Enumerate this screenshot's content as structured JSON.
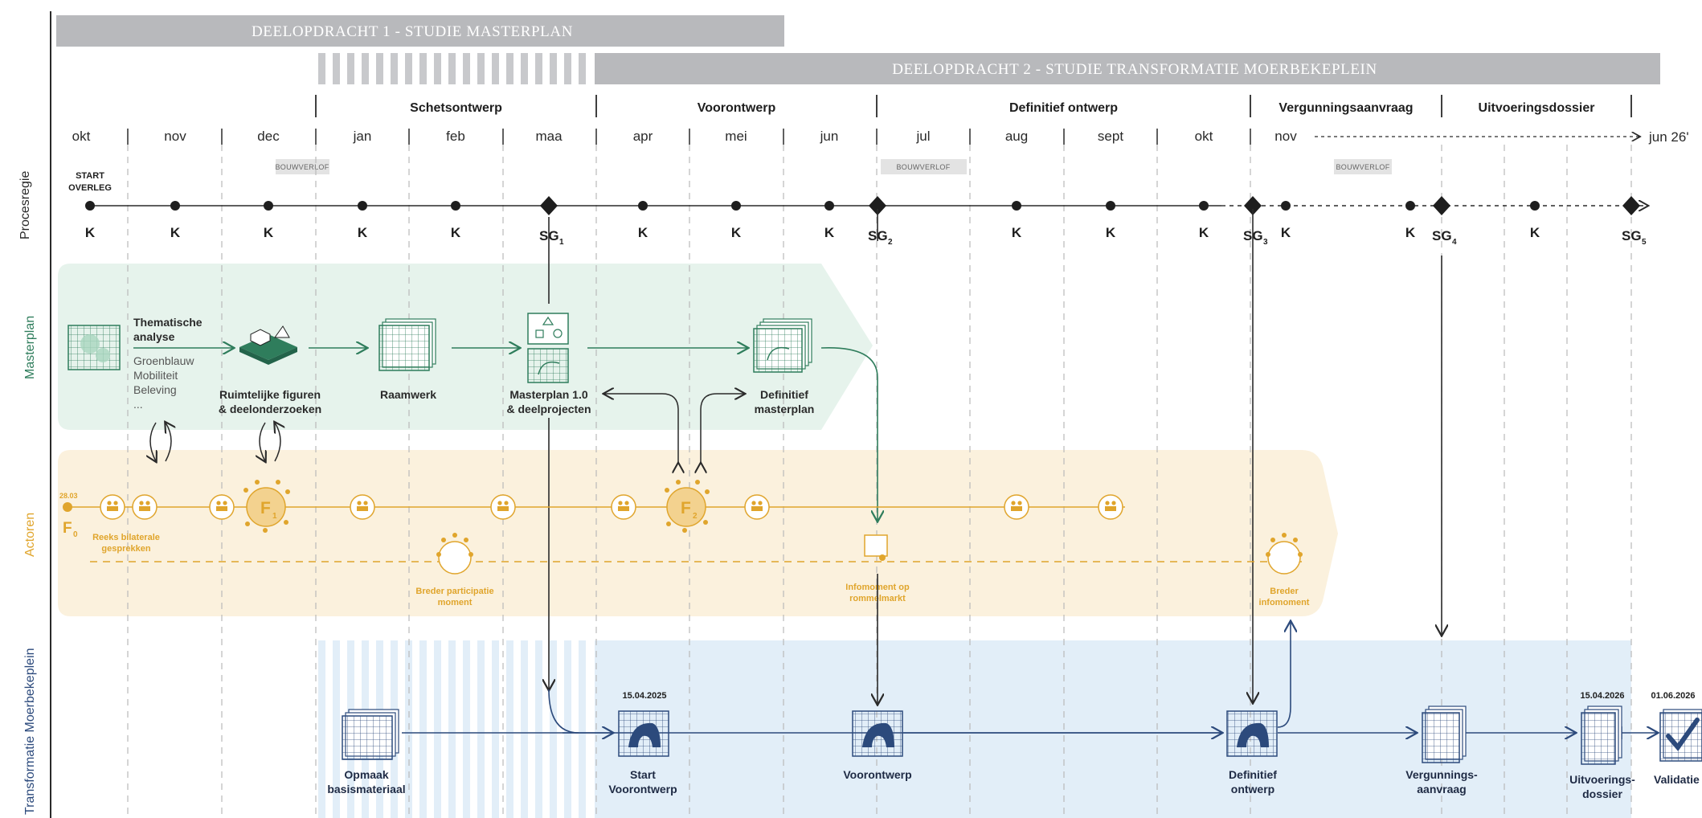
{
  "bars": {
    "deelopdracht1": "DEELOPDRACHT 1 - STUDIE MASTERPLAN",
    "deelopdracht2": "DEELOPDRACHT 2 - STUDIE TRANSFORMATIE MOERBEKEPLEIN"
  },
  "phases": [
    "Schetsontwerp",
    "Voorontwerp",
    "Definitief ontwerp",
    "Vergunningsaanvraag",
    "Uitvoeringsdossier"
  ],
  "months": [
    "okt",
    "nov",
    "dec",
    "jan",
    "feb",
    "maa",
    "apr",
    "mei",
    "jun",
    "jul",
    "aug",
    "sept",
    "okt",
    "nov"
  ],
  "timeline_end": "jun 26'",
  "bouwverlof": "BOUWVERLOF",
  "start_label": [
    "START",
    "OVERLEG"
  ],
  "k_label": "K",
  "sg_labels": [
    "SG",
    "SG",
    "SG",
    "SG",
    "SG"
  ],
  "sg_subs": [
    "1",
    "2",
    "3",
    "4",
    "5"
  ],
  "rows": {
    "procesregie": "Procesregie",
    "masterplan": "Masterplan",
    "actoren": "Actoren",
    "transformatie": "Transformatie Moerbekeplein"
  },
  "masterplan": {
    "thematische": [
      "Thematische",
      "analyse"
    ],
    "thema_list": [
      "Groenblauw",
      "Mobiliteit",
      "Beleving",
      "..."
    ],
    "ruimtelijke": [
      "Ruimtelijke figuren",
      "& deelonderzoeken"
    ],
    "raamwerk": "Raamwerk",
    "masterplan10": [
      "Masterplan 1.0",
      "& deelprojecten"
    ],
    "definitief": [
      "Definitief",
      "masterplan"
    ]
  },
  "actoren": {
    "f0_date": "28.03",
    "f0": "F",
    "f0_sub": "0",
    "f": "F",
    "f1_sub": "1",
    "f2_sub": "2",
    "reeks": [
      "Reeks bilaterale",
      "gesprekken"
    ],
    "breder_participatie": [
      "Breder participatie",
      "moment"
    ],
    "infomoment": [
      "Infomoment op",
      "rommelmarkt"
    ],
    "breder_info": [
      "Breder",
      "infomoment"
    ]
  },
  "transformatie": {
    "opmaak": [
      "Opmaak",
      "basismateriaal"
    ],
    "start": [
      "Start",
      "Voorontwerp"
    ],
    "start_date": "15.04.2025",
    "voorontwerp": "Voorontwerp",
    "definitief": [
      "Definitief",
      "ontwerp"
    ],
    "vergunning": [
      "Vergunnings-",
      "aanvraag"
    ],
    "uitvoering": [
      "Uitvoerings-",
      "dossier"
    ],
    "uitvoering_date": "15.04.2026",
    "validatie": "Validatie",
    "validatie_date": "01.06.2026"
  },
  "colors": {
    "bar_grey": "#b8b9bc",
    "masterplan_green": "#2f7d5c",
    "masterplan_bg": "#e6f3ec",
    "actoren_orange": "#e0a52c",
    "actoren_bg": "#fbf1dd",
    "transform_blue": "#2c4a7c",
    "transform_bg": "#e2eef8"
  }
}
